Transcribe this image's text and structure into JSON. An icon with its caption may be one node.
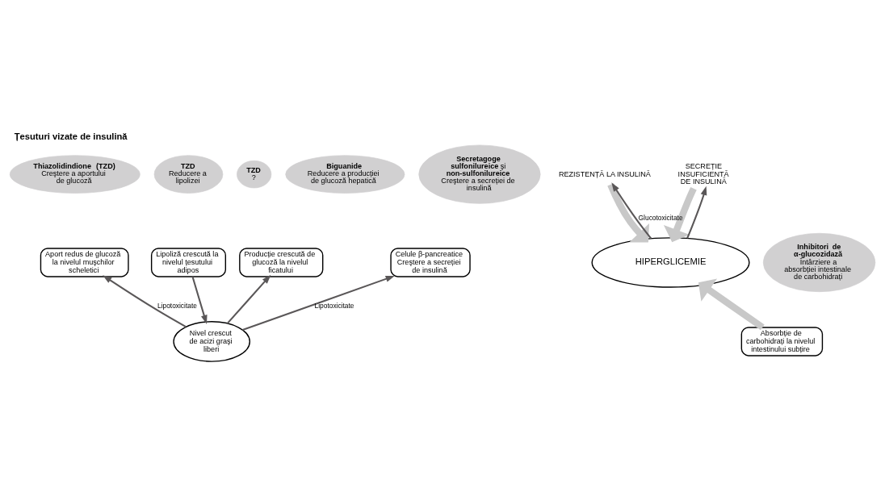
{
  "diagram": {
    "title": "Țesuturi vizate de insulină",
    "nodes": [
      {
        "text": [
          "Thiazolidindione (TZD)",
          "Creştere a aportului de glucoză"
        ]
      },
      {
        "text": [
          "TZD",
          "?"
        ]
      },
      {
        "text": [
          "Biguanide",
          "Reducere a producției de glucoză hepatică"
        ]
      },
      {
        "text": [
          "TZD",
          "Reducere a lipolizei"
        ]
      },
      {
        "text": [
          "**Secretagoge sulfonilureice** şi **non-sulfonilureice**",
          "Creştere a secreției de insulină"
        ]
      },
      {
        "text": [
          "Aport redus de glucoză la nivelul muşchilor scheletici"
        ]
      },
      {
        "text": [
          "Producție crescută de glucoză la nivelul ficatului"
        ]
      },
      {
        "text": [
          "Lipoliză crescută la nivelul țesutului adipos"
        ]
      },
      {
        "text": [
          "Nivel crescut de acizi graşi liberi"
        ]
      },
      {
        "text": [
          "Celule β-pancreatice",
          "Creştere a secreției de insulină"
        ]
      },
      {
        "text": [
          "REZISTENȚĂ LA INSULINĂ"
        ]
      },
      {
        "text": [
          "SECREȚIE INSUFICIENTĂ DE INSULINĂ"
        ]
      },
      {
        "text": [
          "HIPERGLICEMIE"
        ]
      },
      {
        "text": [
          "Inhibitori de α-glucozidază",
          "Întârziere a absorbției intestinale de carbohidrați"
        ]
      },
      {
        "text": [
          "Absorbție de carbohidrați la nivelul intestinului subțire"
        ]
      }
    ],
    "edges": [
      {
        "from": 7,
        "to": 8,
        "arrow": "to"
      },
      {
        "from": 8,
        "to": 5,
        "arrow": "to",
        "label": "Lipotoxicitate"
      },
      {
        "from": 8,
        "to": 6,
        "arrow": "to"
      },
      {
        "from": 8,
        "to": 9,
        "arrow": "to",
        "label": "Lipotoxicitate"
      },
      {
        "from": 12,
        "to": 10,
        "arrow": "to",
        "label": "Glucotoxicitate"
      },
      {
        "from": 12,
        "to": 11,
        "arrow": "to"
      },
      {
        "from": 10,
        "to": 12,
        "arrow": "to",
        "style": "thick",
        "color": "#c8c8c8"
      },
      {
        "from": 11,
        "to": 12,
        "arrow": "to",
        "style": "thick",
        "color": "#c8c8c8"
      },
      {
        "from": 14,
        "to": 12,
        "arrow": "to",
        "style": "thick",
        "color": "#c8c8c8"
      }
    ]
  }
}
